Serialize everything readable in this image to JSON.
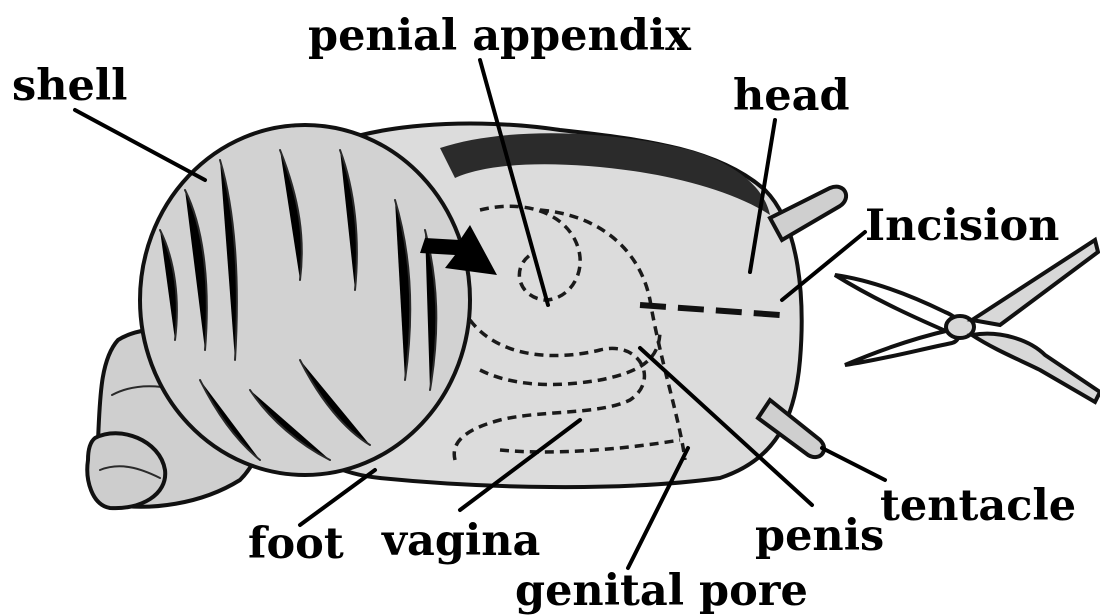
{
  "diagram": {
    "labels": {
      "shell": "shell",
      "penial_appendix": "penial appendix",
      "head": "head",
      "incision": "Incision",
      "foot": "foot",
      "vagina": "vagina",
      "genital_pore": "genital pore",
      "penis": "penis",
      "tentacle": "tentacle"
    },
    "colors": {
      "body_fill": "#dcdcdc",
      "shell_fill": "#d2d2d2",
      "ink": "#111111",
      "background": "#ffffff"
    }
  }
}
